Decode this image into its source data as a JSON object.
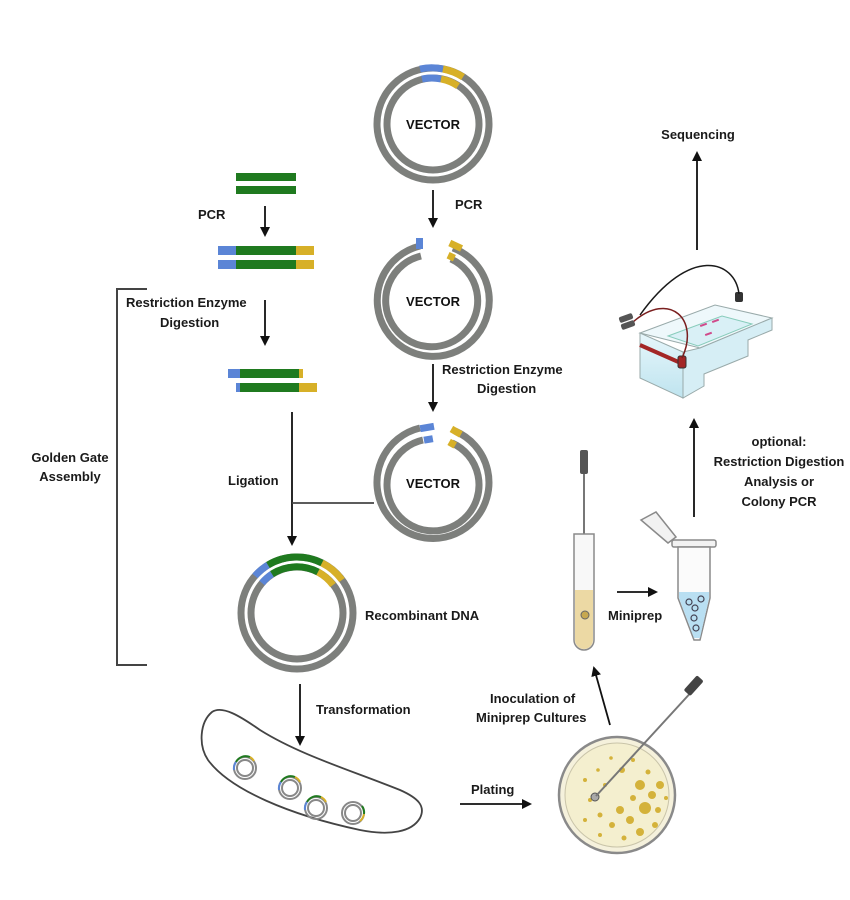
{
  "labels": {
    "vector_top": "VECTOR",
    "vector_mid": "VECTOR",
    "vector_low": "VECTOR",
    "pcr_left": "PCR",
    "pcr_right": "PCR",
    "red_left_1": "Restriction Enzyme",
    "red_left_2": "Digestion",
    "red_right_1": "Restriction Enzyme",
    "red_right_2": "Digestion",
    "golden_1": "Golden Gate",
    "golden_2": "Assembly",
    "ligation": "Ligation",
    "recombinant": "Recombinant DNA",
    "transformation": "Transformation",
    "plating": "Plating",
    "inoculation_1": "Inoculation of",
    "inoculation_2": "Miniprep Cultures",
    "miniprep": "Miniprep",
    "optional_1": "optional:",
    "optional_2": "Restriction Digestion",
    "optional_3": "Analysis or",
    "optional_4": "Colony PCR",
    "sequencing": "Sequencing"
  },
  "colors": {
    "backbone": "#7d7f7c",
    "insert": "#1f7a1f",
    "overhang_blue": "#5b85d6",
    "overhang_yellow": "#d7b028",
    "agar": "#f4efcf",
    "colony": "#d4b23a",
    "gel_red": "#a32626"
  },
  "icons": [
    "plasmid-icon",
    "bacterium-icon",
    "petri-dish-icon",
    "culture-tube-icon",
    "microtube-icon",
    "gel-box-icon"
  ]
}
